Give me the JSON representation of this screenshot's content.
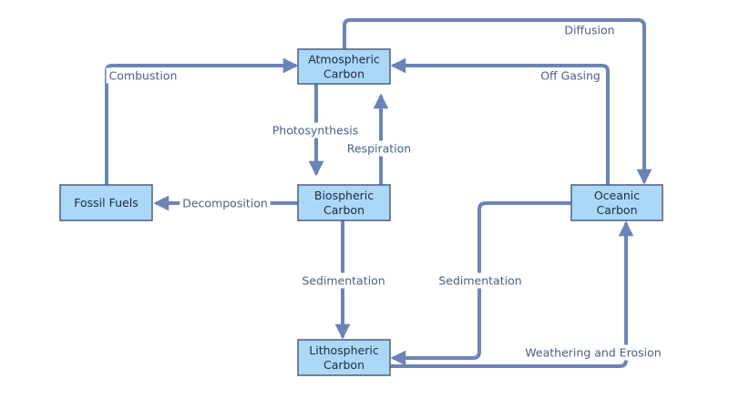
{
  "colors": {
    "node_fill": "#acd8f8",
    "node_stroke": "#4a5f80",
    "edge": "#6b84b8",
    "label_text": "#4a5f88"
  },
  "nodes": {
    "atmospheric": [
      "Atmospheric",
      "Carbon"
    ],
    "biospheric": [
      "Biospheric",
      "Carbon"
    ],
    "fossil": [
      "Fossil Fuels"
    ],
    "oceanic": [
      "Oceanic",
      "Carbon"
    ],
    "lithospheric": [
      "Lithospheric",
      "Carbon"
    ]
  },
  "edges": {
    "combustion": "Combustion",
    "photosynthesis": "Photosynthesis",
    "respiration": "Respiration",
    "decomposition": "Decomposition",
    "diffusion": "Diffusion",
    "off_gasing": "Off Gasing",
    "sedimentation_bio": "Sedimentation",
    "sedimentation_ocean": "Sedimentation",
    "weathering": "Weathering and Erosion"
  }
}
